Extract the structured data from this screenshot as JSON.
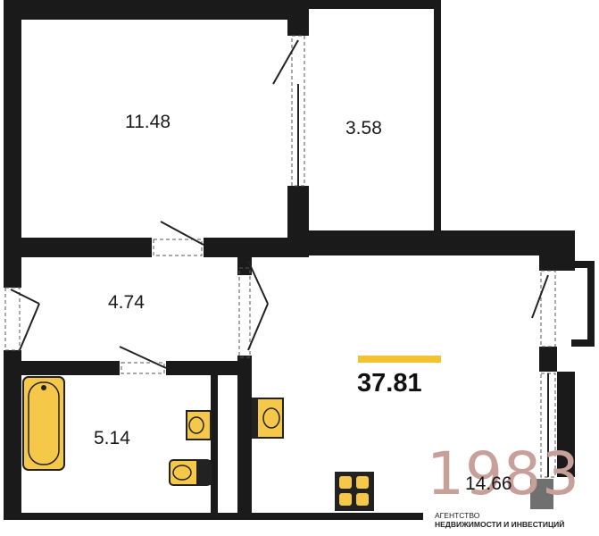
{
  "rooms": {
    "bedroom_area": "11.48",
    "loggia_area": "3.58",
    "hallway_area": "4.74",
    "bathroom_area": "5.14",
    "living_kitchen_area": "14.66"
  },
  "total_area": "37.81",
  "logo": {
    "digits": "1983",
    "line1": "АГЕНТСТВО",
    "line2": "НЕДВИЖИМОСТИ И ИНВЕСТИЦИЙ"
  },
  "colors": {
    "wall": "#1a1a1a",
    "fixture_fill": "#f5c84a",
    "accent": "#f2c230",
    "logo_digits": "#c8a09a"
  }
}
